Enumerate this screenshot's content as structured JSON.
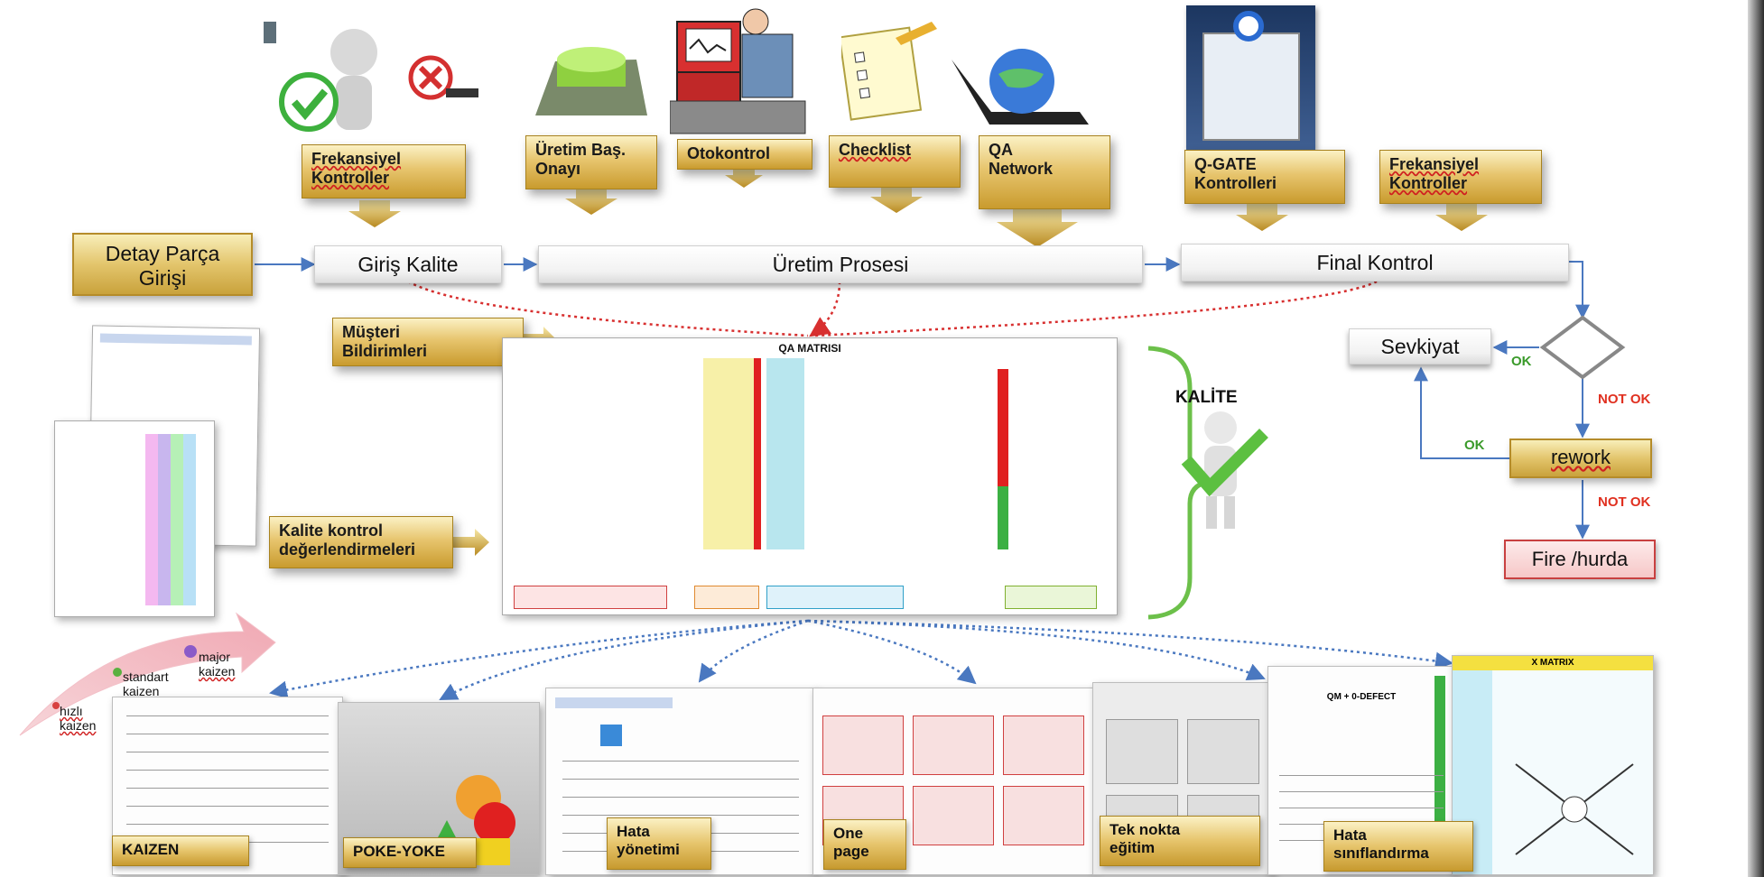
{
  "top_boxes": {
    "frekansiyel1": [
      "Frekansiyel",
      "Kontroller"
    ],
    "uretim_onay": [
      "Üretim Baş.",
      "Onayı"
    ],
    "otokontrol": "Otokontrol",
    "checklist": "Checklist",
    "qa_network": [
      "QA",
      "Network"
    ],
    "qgate": [
      "Q-GATE",
      "Kontrolleri"
    ],
    "frekansiyel2": [
      "Frekansiyel",
      "Kontroller"
    ]
  },
  "flow": {
    "detay": [
      "Detay Parça",
      "Girişi"
    ],
    "giris_kalite": "Giriş Kalite",
    "uretim_prosesi": "Üretim Prosesi",
    "final_kontrol": "Final Kontrol",
    "sevkiyat": "Sevkiyat",
    "rework": "rework",
    "fire": "Fire /hurda",
    "ok1": "OK",
    "ok2": "OK",
    "not_ok1": "NOT OK",
    "not_ok2": "NOT OK"
  },
  "middle": {
    "musteri": [
      "Müşteri",
      "Bildirimleri"
    ],
    "kalite_kontrol": [
      "Kalite kontrol",
      "değerlendirmeleri"
    ],
    "qa_matrisi_title": "QA MATRISI",
    "kalite": "KALİTE"
  },
  "kaizen_arrow": {
    "major": [
      "major",
      "kaizen"
    ],
    "standart": [
      "standart",
      "kaizen"
    ],
    "hizli": [
      "hızlı",
      "kaizen"
    ]
  },
  "bottom": {
    "kaizen": "KAIZEN",
    "poke_yoke": "POKE-YOKE",
    "hata_yonetimi": [
      "Hata",
      "yönetimi"
    ],
    "one_page": [
      "One",
      "page"
    ],
    "tek_nokta": [
      "Tek nokta",
      "eğitim"
    ],
    "hata_sinif": [
      "Hata",
      "sınıflandırma"
    ],
    "qm_title": "QM + 0-DEFECT",
    "xmatrix_title": "X MATRIX"
  },
  "colors": {
    "arrow_blue": "#4a78c0",
    "dotted_red": "#d83030",
    "dotted_blue": "#4a78c0",
    "brace_green": "#6cc04a",
    "ok_green": "#3a9a2a",
    "notok_red": "#e03020"
  }
}
